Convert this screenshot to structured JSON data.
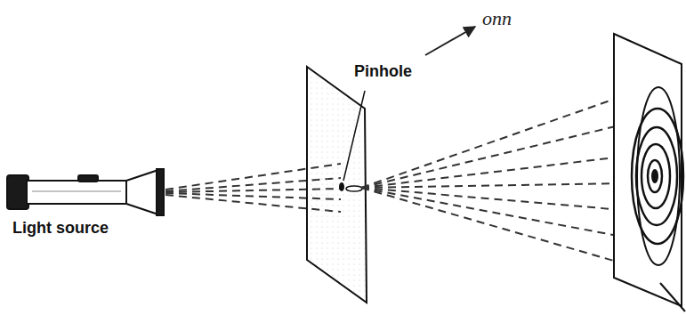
{
  "diagram": {
    "labels": [
      "onn",
      "Pinhole",
      "Light source"
    ]
  }
}
